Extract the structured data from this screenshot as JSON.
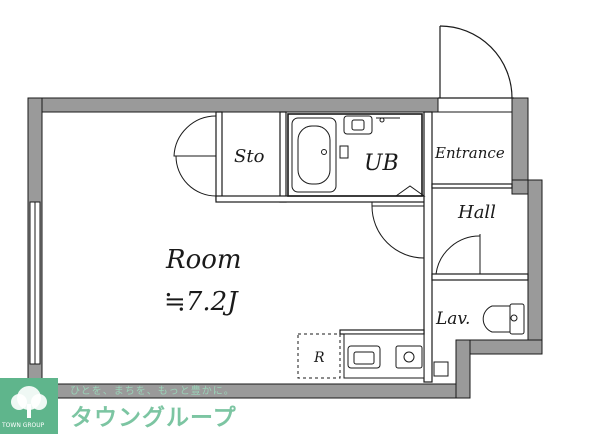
{
  "plan": {
    "rooms": {
      "room": "Room",
      "room_area": "≒7.2J",
      "storage": "Sto",
      "bath": "UB",
      "entrance": "Entrance",
      "hall": "Hall",
      "lavatory": "Lav.",
      "refrigerator": "R"
    },
    "colors": {
      "wall": "#9a9a9a",
      "line": "#1a1a1a",
      "logo": "#5fb58c"
    }
  },
  "logo": {
    "tagline": "ひとを、まちを、もっと豊かに。",
    "brand": "タウングループ",
    "small": "TOWN GROUP",
    "mark_icon": "tree-icon"
  }
}
